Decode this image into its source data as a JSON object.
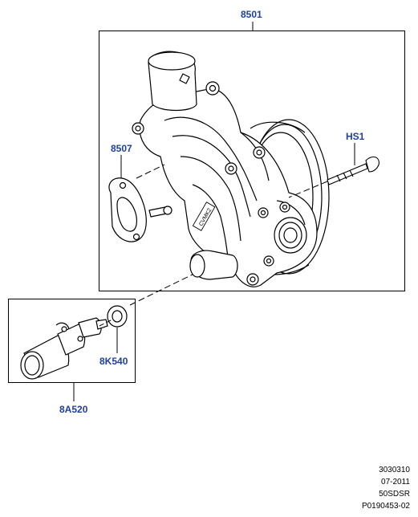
{
  "callouts": {
    "water_pump": "8501",
    "gasket": "8507",
    "bolt": "HS1",
    "thermostat_seal": "8K540",
    "thermostat": "8A520"
  },
  "pump_casting_mark": "CVMK2",
  "footer": {
    "line1": "3030310",
    "line2": "07-2011",
    "line3": "50SDSR",
    "line4": "P0190453-02"
  },
  "colors": {
    "callout_text": "#1f3fa0",
    "line": "#000000",
    "background": "#ffffff"
  }
}
